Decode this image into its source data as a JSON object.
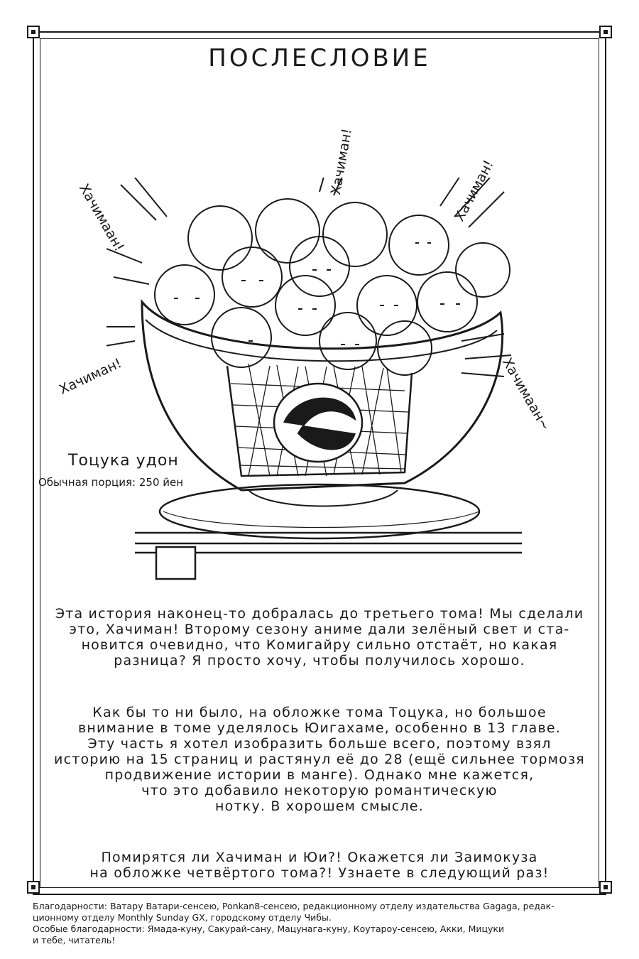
{
  "title": "ПОСЛЕСЛОВИЕ",
  "shouts": [
    "Хачимаан!",
    "Хачиман!",
    "Хачиман!",
    "Хачиман!",
    "Хачимаан~"
  ],
  "dish": {
    "name": "Тоцука удон",
    "price": "Обычная порция: 250 йен"
  },
  "paragraphs": [
    "Эта история наконец-то добралась до третьего тома! Мы сделали\nэто, Хачиман! Второму сезону аниме дали зелёный свет и ста-\nновится очевидно, что Комигайру сильно отстаёт, но какая\nразница? Я просто хочу, чтобы получилось хорошо.",
    "Как бы то ни было, на обложке тома Тоцука, но большое\nвнимание в томе уделялось Юигахаме, особенно в 13 главе.\nЭту часть я хотел изобразить больше всего, поэтому взял\nисторию на 15 страниц и растянул её до 28 (ещё сильнее тормозя\nпродвижение истории в манге). Однако мне кажется,\nчто это добавило некоторую романтическую\nнотку. В хорошем смысле.",
    "Помирятся ли Хачиман и Юи?! Окажется ли Заимокуза\nна обложке четвёртого тома?! Узнаете в следующий раз!"
  ],
  "footer": "Благодарности: Ватару Ватари-сенсею, Ponkan8-сенсею, редакционному отделу издательства Gagaga, редак-\nционному отделу Monthly Sunday GX, городскому отделу Чибы.\nОсобые благодарности: Ямада-куну, Сакурай-сану, Мацунага-куну, Коутароу-сенсею, Акки, Мицуки\nи тебе, читатель!"
}
